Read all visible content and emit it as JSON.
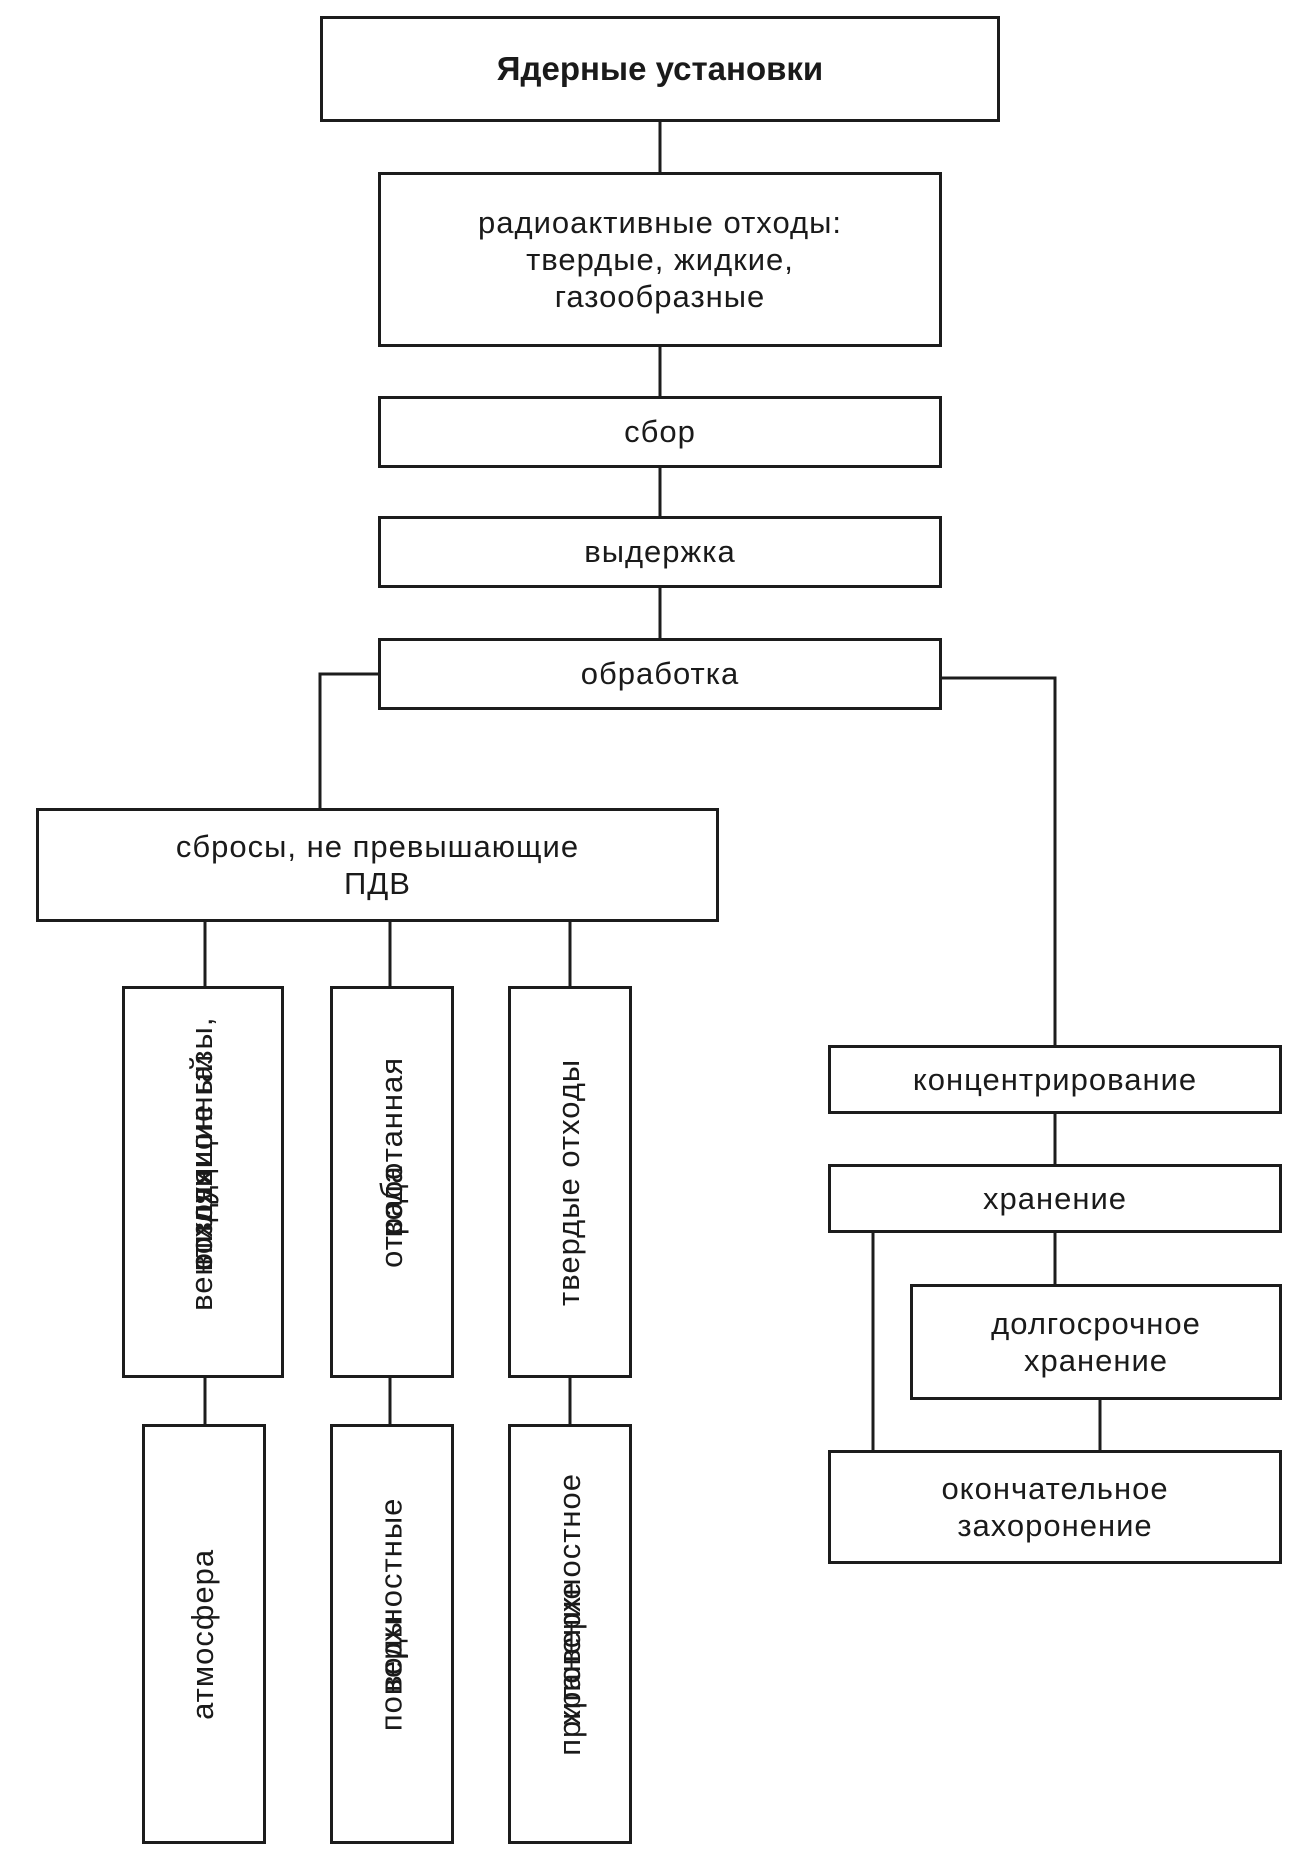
{
  "diagram": {
    "root": "Ядерные установки",
    "waste": [
      "радиоактивные отходы:",
      "твердые, жидкие,",
      "газообразные"
    ],
    "collection": "сбор",
    "holding": "выдержка",
    "processing": "обработка",
    "discharges": [
      "сбросы, не превышающие",
      "ПДВ"
    ],
    "gases": [
      "отходящие газы,",
      "вентиляционный",
      "воздух"
    ],
    "wastewater": [
      "отработанная",
      "вода"
    ],
    "solid_waste": "твердые отходы",
    "atmosphere": "атмосфера",
    "surface_waters": [
      "поверхностные",
      "воды"
    ],
    "near_surface_storage": [
      "приповерхностное",
      "хранение"
    ],
    "concentration": "концентрирование",
    "storage": "хранение",
    "long_term_storage": [
      "долгосрочное",
      "хранение"
    ],
    "final_disposal": [
      "окончательное",
      "захоронение"
    ]
  }
}
